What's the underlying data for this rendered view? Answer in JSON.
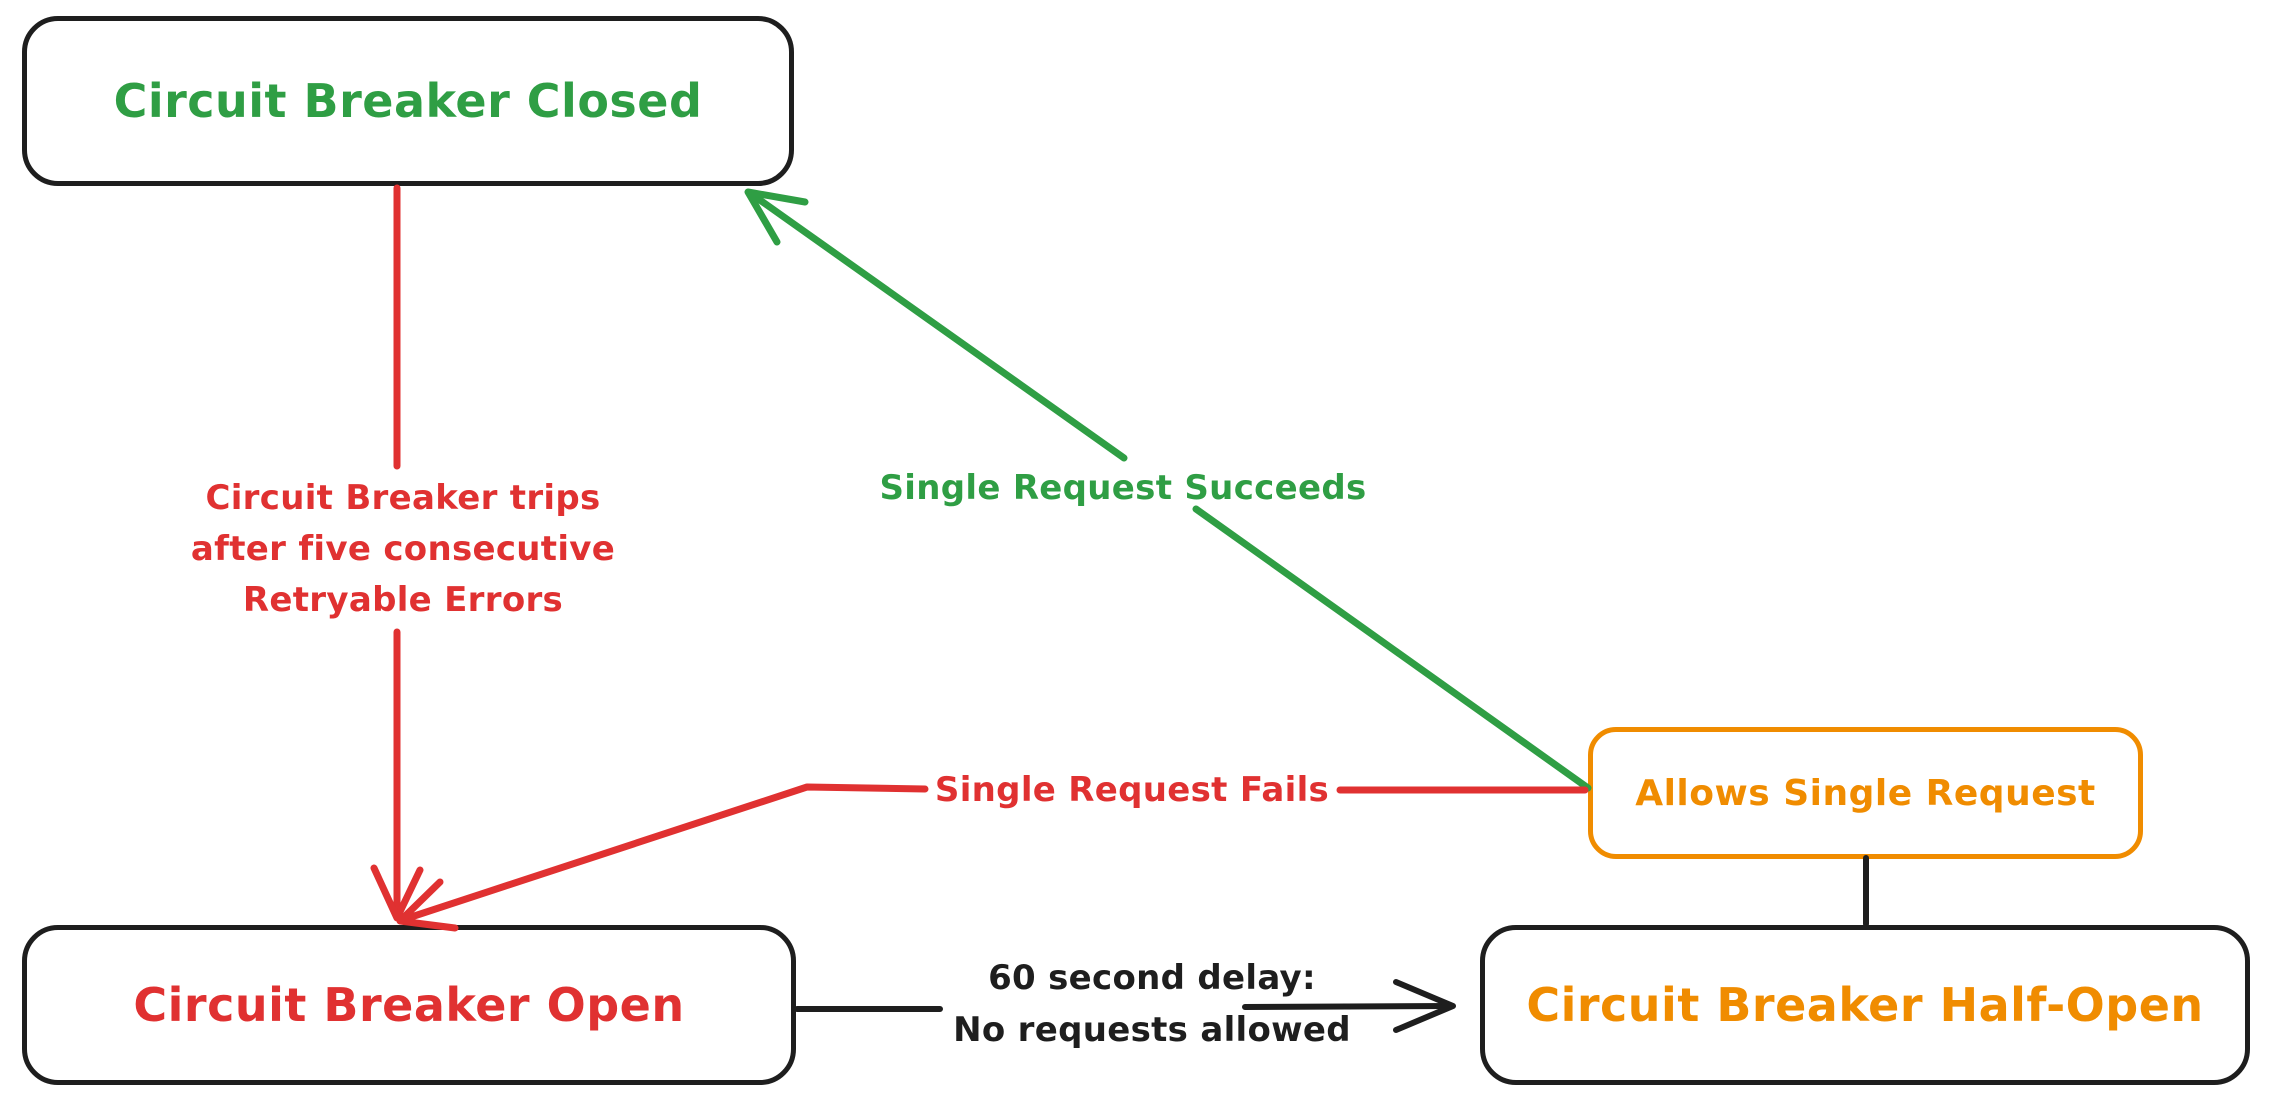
{
  "colors": {
    "black": "#1e1e1e",
    "red": "#e03131",
    "green": "#2f9e44",
    "orange": "#f08c00",
    "background": "#ffffff"
  },
  "nodes": {
    "closed": {
      "label": "Circuit Breaker Closed",
      "color": "green"
    },
    "open": {
      "label": "Circuit Breaker Open",
      "color": "red"
    },
    "half_open": {
      "label": "Circuit Breaker Half-Open",
      "color": "orange"
    },
    "allows": {
      "label": "Allows Single Request",
      "color": "orange"
    }
  },
  "edges": {
    "trips": {
      "from": "closed",
      "to": "open",
      "color": "red",
      "label_line1": "Circuit Breaker trips",
      "label_line2": "after five consecutive",
      "label_line3": "Retryable Errors"
    },
    "succeeds": {
      "from": "allows",
      "to": "closed",
      "color": "green",
      "label": "Single Request Succeeds"
    },
    "fails": {
      "from": "allows",
      "to": "open",
      "color": "red",
      "label": "Single Request Fails"
    },
    "delay": {
      "from": "open",
      "to": "half_open",
      "color": "black",
      "label_line1": "60 second delay:",
      "label_line2": "No requests allowed"
    },
    "connector": {
      "from": "allows",
      "to": "half_open",
      "color": "black"
    }
  }
}
